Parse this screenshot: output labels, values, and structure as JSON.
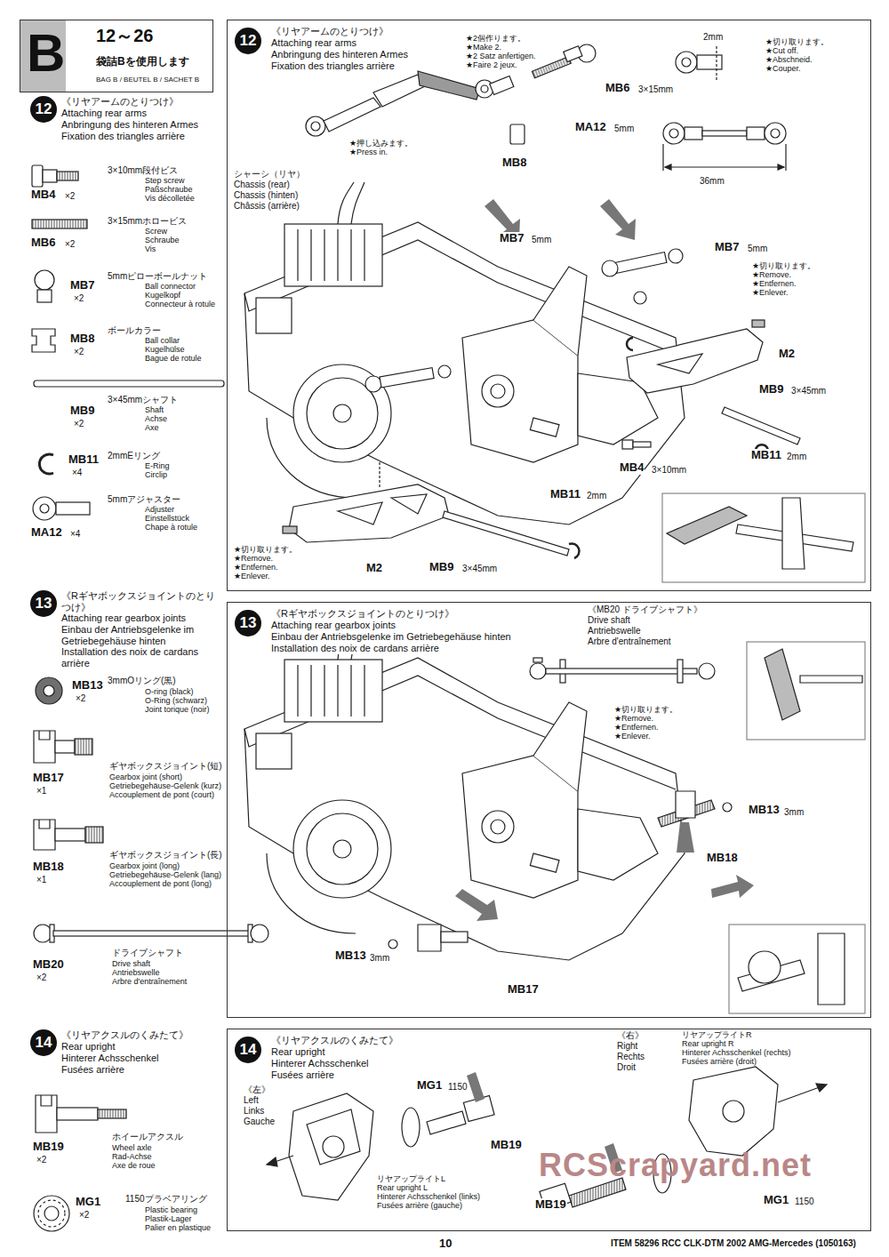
{
  "diagram": {
    "nodes": [
      {
        "text": [
          "B",
          "12～26",
          "袋詰Bを使用します",
          "BAG B / BEUTEL B / SACHET B"
        ]
      },
      {
        "text": [
          "12",
          "《リヤアームのとりつけ》",
          "Attaching rear arms",
          "Anbringung des hinteren Armes",
          "Fixation des triangles arrière"
        ]
      },
      {
        "text": [
          "13",
          "《Rギヤボックスジョイントのとりつけ》",
          "Attaching rear gearbox joints",
          "Einbau der Antriebsgelenke im Getriebegehäuse hinten",
          "Installation des noix de cardans arrière"
        ]
      },
      {
        "text": [
          "14",
          "《リヤアクスルのくみたて》",
          "Rear upright",
          "Hinterer Achsschenkel",
          "Fusées arrière"
        ]
      }
    ],
    "labels": [
      "12",
      "《リヤアームのとりつけ》",
      "Attaching rear arms",
      "Anbringung des hinteren Armes",
      "Fixation des triangles arrière",
      "MB4",
      "×2",
      "3×10mm段付ビス",
      "Step screw",
      "Paßschraube",
      "Vis décolletée",
      "MB6",
      "×2",
      "3×15mmホロービス",
      "Screw",
      "Schraube",
      "Vis",
      "MB7",
      "×2",
      "5mmピローボールナット",
      "Ball connector",
      "Kugelkopf",
      "Connecteur à rotule",
      "MB8",
      "×2",
      "ボールカラー",
      "Ball collar",
      "Kugelhülse",
      "Bague de rotule",
      "MB9",
      "×2",
      "3×45mmシャフト",
      "Shaft",
      "Achse",
      "Axe",
      "MB11",
      "×4",
      "2mmEリング",
      "E-Ring",
      "Circlip",
      "MA12",
      "×4",
      "5mmアジャスター",
      "Adjuster",
      "Einstellstück",
      "Chape à rotule",
      "13",
      "《Rギヤボックスジョイントのとりつけ》",
      "Attaching rear gearbox joints",
      "Einbau der Antriebsgelenke im Getriebegehäuse hinten",
      "Installation des noix de cardans arrière",
      "MB13",
      "×2",
      "3mmOリング(黒)",
      "O-ring (black)",
      "O-Ring (schwarz)",
      "Joint torique (noir)",
      "MB17",
      "×1",
      "ギヤボックスジョイント(短)",
      "Gearbox joint (short)",
      "Getriebegehäuse-Gelenk (kurz)",
      "Accouplement de pont (court)",
      "MB18",
      "×1",
      "ギヤボックスジョイント(長)",
      "Gearbox joint (long)",
      "Getriebegehäuse-Gelenk (lang)",
      "Accouplement de pont (long)",
      "MB20",
      "×2",
      "ドライブシャフト",
      "Drive shaft",
      "Antriebswelle",
      "Arbre d'entraînement",
      "14",
      "《リヤアクスルのくみたて》",
      "Rear upright",
      "Hinterer Achsschenkel",
      "Fusées arrière",
      "MB19",
      "×2",
      "ホイールアクスル",
      "Wheel axle",
      "Rad-Achse",
      "Axe de roue",
      "MG1",
      "×2",
      "1150プラベアリング",
      "Plastic bearing",
      "Plastik-Lager",
      "Palier en plastique",
      "★2個作ります。",
      "★Make 2.",
      "★2 Satz anfertigen.",
      "★Faire 2 jeux.",
      "2mm",
      "★切り取ります。",
      "★Cut off.",
      "★Abschneid.",
      "★Couper.",
      "MB6",
      "3×15mm",
      "MA12",
      "5mm",
      "MB8",
      "36mm",
      "★押し込みます。",
      "★Press in.",
      "シャーシ（リヤ）",
      "Chassis (rear)",
      "Chassis (hinten)",
      "Châssis (arrière)",
      "MB7",
      "5mm",
      "MB7",
      "5mm",
      "★切り取ります。",
      "★Remove.",
      "★Entfernen.",
      "★Enlever.",
      "M2",
      "MB9",
      "3×45mm",
      "MB11",
      "2mm",
      "MB4",
      "3×10mm",
      "MB11",
      "2mm",
      "★切り取ります。",
      "★Remove.",
      "★Entfernen.",
      "★Enlever.",
      "M2",
      "MB9",
      "3×45mm",
      "《MB20 ドライブシャフト》",
      "Drive shaft",
      "Antriebswelle",
      "Arbre d'entraînement",
      "★切り取ります。",
      "★Remove.",
      "★Entfernen.",
      "★Enlever.",
      "MB13",
      "3mm",
      "MB18",
      "MB13",
      "3mm",
      "MB17",
      "《右》",
      "Right",
      "Rechts",
      "Droit",
      "リヤアップライトR",
      "Rear upright R",
      "Hinterer Achsschenkel (rechts)",
      "Fusées arrière (droit)",
      "《左》",
      "Left",
      "Links",
      "Gauche",
      "MG1",
      "1150",
      "MB19",
      "リヤアップライトL",
      "Rear upright L",
      "Hinterer Achsschenkel (links)",
      "Fusées arrière (gauche)",
      "MB19",
      "MG1",
      "1150",
      "RCScrapyard.net",
      "10",
      "ITEM 58296 RCC CLK-DTM 2002 AMG-Mercedes (1050163)"
    ]
  }
}
